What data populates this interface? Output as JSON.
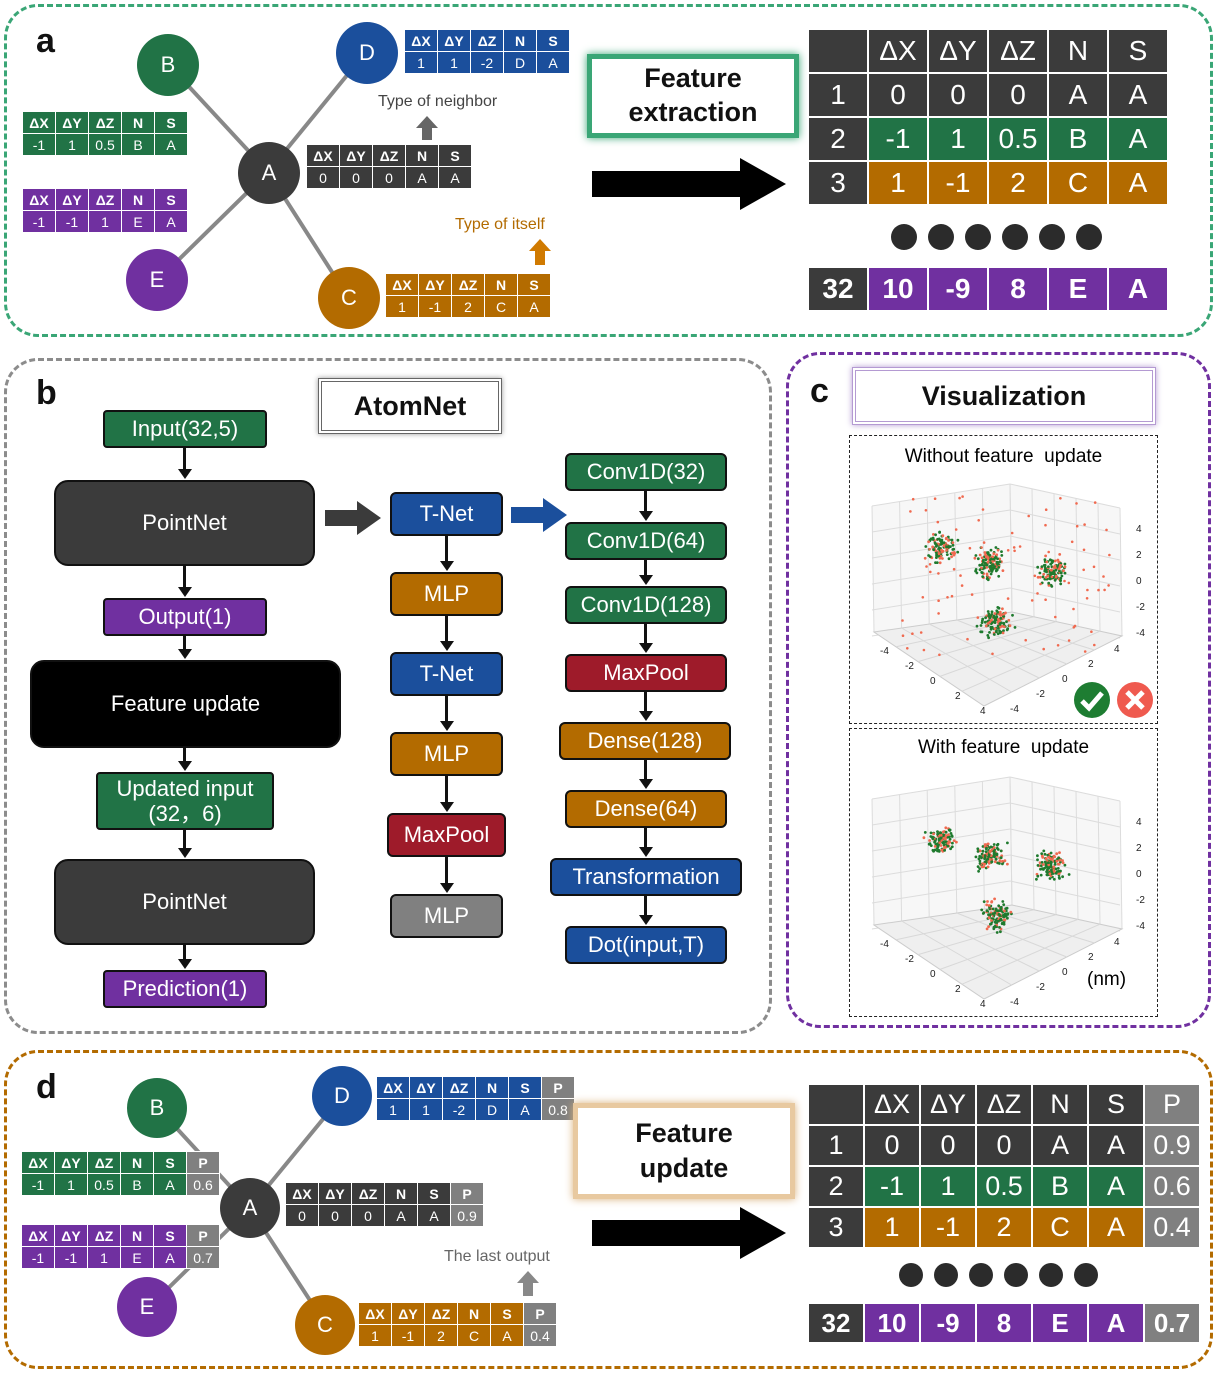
{
  "colors": {
    "green": "#217346",
    "blue": "#1b4f9c",
    "dark": "#3b3b3b",
    "orange": "#b36b00",
    "purple": "#7030a0",
    "red": "#9e1b2a",
    "gray": "#808080",
    "panel_a_border": "#3aa676",
    "panel_b_border": "#8c8c8c",
    "panel_c_border": "#7030a0",
    "panel_d_border": "#b36b00"
  },
  "panel_a": {
    "label": "a",
    "nodes": {
      "A": "A",
      "B": "B",
      "C": "C",
      "D": "D",
      "E": "E"
    },
    "header": [
      "ΔX",
      "ΔY",
      "ΔZ",
      "N",
      "S"
    ],
    "row_B": [
      "-1",
      "1",
      "0.5",
      "B",
      "A"
    ],
    "row_E": [
      "-1",
      "-1",
      "1",
      "E",
      "A"
    ],
    "row_D": [
      "1",
      "1",
      "-2",
      "D",
      "A"
    ],
    "row_A": [
      "0",
      "0",
      "0",
      "A",
      "A"
    ],
    "row_C": [
      "1",
      "-1",
      "2",
      "C",
      "A"
    ],
    "type_of_neighbor": "Type of neighbor",
    "type_of_itself": "Type of itself",
    "feature_box": "Feature extraction",
    "table_header": [
      "",
      "ΔX",
      "ΔY",
      "ΔZ",
      "N",
      "S"
    ],
    "table_rows": [
      [
        "1",
        "0",
        "0",
        "0",
        "A",
        "A"
      ],
      [
        "2",
        "-1",
        "1",
        "0.5",
        "B",
        "A"
      ],
      [
        "3",
        "1",
        "-1",
        "2",
        "C",
        "A"
      ]
    ],
    "table_last": [
      "32",
      "10",
      "-9",
      "8",
      "E",
      "A"
    ]
  },
  "panel_b": {
    "label": "b",
    "title": "AtomNet",
    "left": {
      "input": "Input(32,5)",
      "pointnet1": "PointNet",
      "output": "Output(1)",
      "feature_update": "Feature update",
      "updated_input_1": "Updated input",
      "updated_input_2": "(32，6)",
      "pointnet2": "PointNet",
      "prediction": "Prediction(1)"
    },
    "middle": [
      "T-Net",
      "MLP",
      "T-Net",
      "MLP",
      "MaxPool",
      "MLP"
    ],
    "right": [
      "Conv1D(32)",
      "Conv1D(64)",
      "Conv1D(128)",
      "MaxPool",
      "Dense(128)",
      "Dense(64)",
      "Transformation",
      "Dot(input,T)"
    ]
  },
  "panel_c": {
    "label": "c",
    "title": "Visualization",
    "plot1_title": "Without feature  update",
    "plot2_title": "With feature  update",
    "unit": "(nm)",
    "ticks_z": [
      "4",
      "2",
      "0",
      "-2",
      "-4"
    ],
    "ticks_x": [
      "-4",
      "-2",
      "0",
      "2",
      "4"
    ],
    "ticks_y": [
      "-4",
      "-2",
      "0",
      "2",
      "4"
    ]
  },
  "panel_d": {
    "label": "d",
    "nodes": {
      "A": "A",
      "B": "B",
      "C": "C",
      "D": "D",
      "E": "E"
    },
    "header": [
      "ΔX",
      "ΔY",
      "ΔZ",
      "N",
      "S",
      "P"
    ],
    "row_B": [
      "-1",
      "1",
      "0.5",
      "B",
      "A",
      "0.6"
    ],
    "row_E": [
      "-1",
      "-1",
      "1",
      "E",
      "A",
      "0.7"
    ],
    "row_D": [
      "1",
      "1",
      "-2",
      "D",
      "A",
      "0.8"
    ],
    "row_A": [
      "0",
      "0",
      "0",
      "A",
      "A",
      "0.9"
    ],
    "row_C": [
      "1",
      "-1",
      "2",
      "C",
      "A",
      "0.4"
    ],
    "last_output": "The last output",
    "feature_box": "Feature update",
    "table_header": [
      "",
      "ΔX",
      "ΔY",
      "ΔZ",
      "N",
      "S",
      "P"
    ],
    "table_rows": [
      [
        "1",
        "0",
        "0",
        "0",
        "A",
        "A",
        "0.9"
      ],
      [
        "2",
        "-1",
        "1",
        "0.5",
        "B",
        "A",
        "0.6"
      ],
      [
        "3",
        "1",
        "-1",
        "2",
        "C",
        "A",
        "0.4"
      ]
    ],
    "table_last": [
      "32",
      "10",
      "-9",
      "8",
      "E",
      "A",
      "0.7"
    ]
  }
}
